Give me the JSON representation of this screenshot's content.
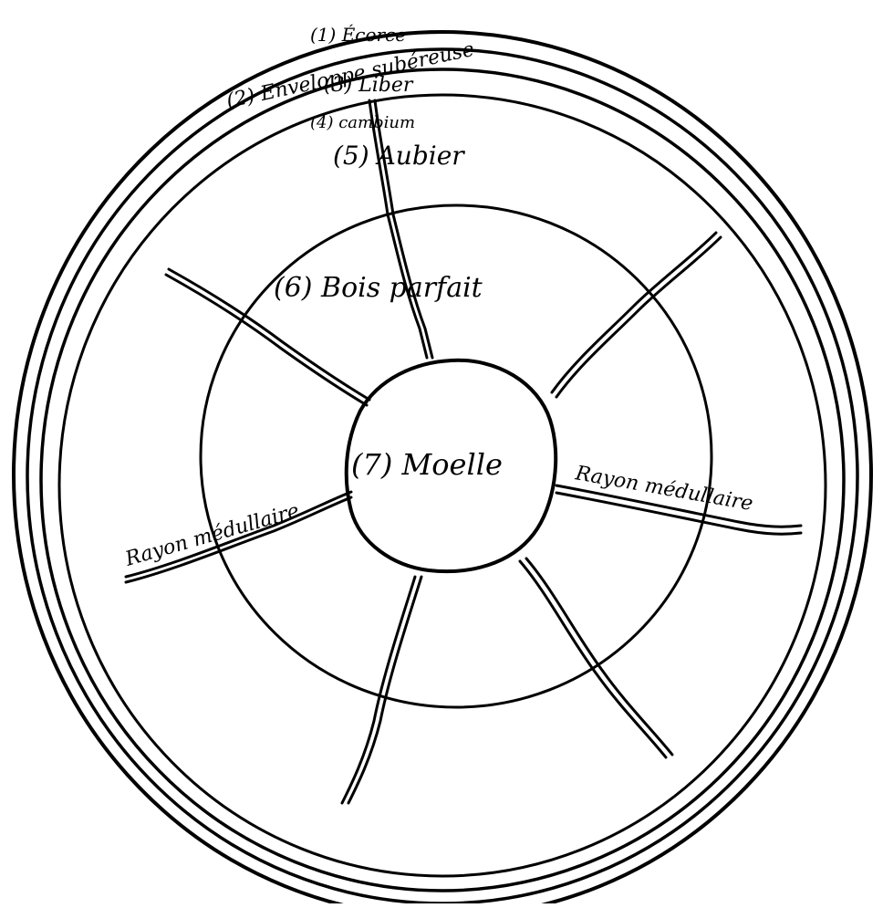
{
  "diagram": {
    "labels": {
      "ecorce": "(1) Écorce",
      "enveloppe": "(2) Enveloppe subéreuse",
      "liber": "(3) Liber",
      "cambium": "(4) cambium",
      "aubier": "(5) Aubier",
      "bois_parfait": "(6) Bois parfait",
      "moelle": "(7) Moelle",
      "rayon_left": "Rayon médullaire",
      "rayon_right": "Rayon médullaire"
    },
    "colors": {
      "ink": "#000000",
      "paper": "#ffffff"
    }
  }
}
